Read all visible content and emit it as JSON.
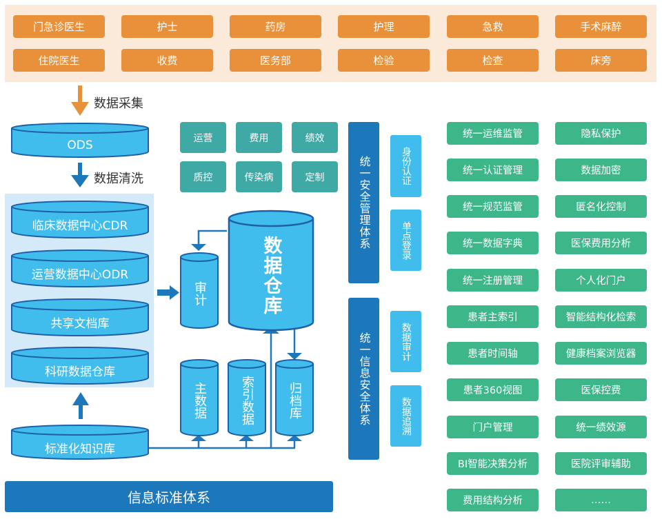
{
  "sources": {
    "row1": [
      "门急诊医生",
      "护士",
      "药房",
      "护理",
      "急救",
      "手术麻醉"
    ],
    "row2": [
      "住院医生",
      "收费",
      "医务部",
      "检验",
      "检查",
      "床旁"
    ]
  },
  "flow": {
    "collect_label": "数据采集",
    "clean_label": "数据清洗"
  },
  "ods": {
    "label": "ODS"
  },
  "data_centers": [
    "临床数据中心CDR",
    "运营数据中心ODR",
    "共享文档库",
    "科研数据仓库"
  ],
  "knowledge_base": {
    "label": "标准化知识库"
  },
  "warehouse": {
    "main_label": "数据仓库",
    "audit_label": "审计",
    "master_data_label": "主数据",
    "index_data_label": "索引数据",
    "archive_label": "归档库"
  },
  "topics": [
    "运营",
    "费用",
    "绩效",
    "质控",
    "传染病",
    "定制"
  ],
  "security": {
    "management": {
      "label": "统一安全管理体系",
      "items": [
        "身份认证",
        "单点登录"
      ]
    },
    "information": {
      "label": "统一信息安全体系",
      "items": [
        "数据审计",
        "数据追溯"
      ]
    }
  },
  "applications": {
    "left": [
      "统一运维监管",
      "统一认证管理",
      "统一规范监管",
      "统一数据字典",
      "统一注册管理",
      "患者主索引",
      "患者时间轴",
      "患者360视图",
      "门户管理",
      "BI智能决策分析",
      "费用结构分析"
    ],
    "right": [
      "隐私保护",
      "数据加密",
      "匿名化控制",
      "医保费用分析",
      "个人化门户",
      "智能结构化检索",
      "健康档案浏览器",
      "医保控费",
      "统一绩效源",
      "医院评审辅助",
      "……"
    ]
  },
  "standards": {
    "label": "信息标准体系"
  },
  "colors": {
    "orange": "#e8903a",
    "band": "#fbe9d9",
    "cyl_fill": "#40bded",
    "cyl_stroke": "#1f5fa8",
    "blue": "#1d77bb",
    "teal": "#3fa9a6",
    "green": "#3db68a",
    "layer_bg": "#d5eaf9"
  }
}
